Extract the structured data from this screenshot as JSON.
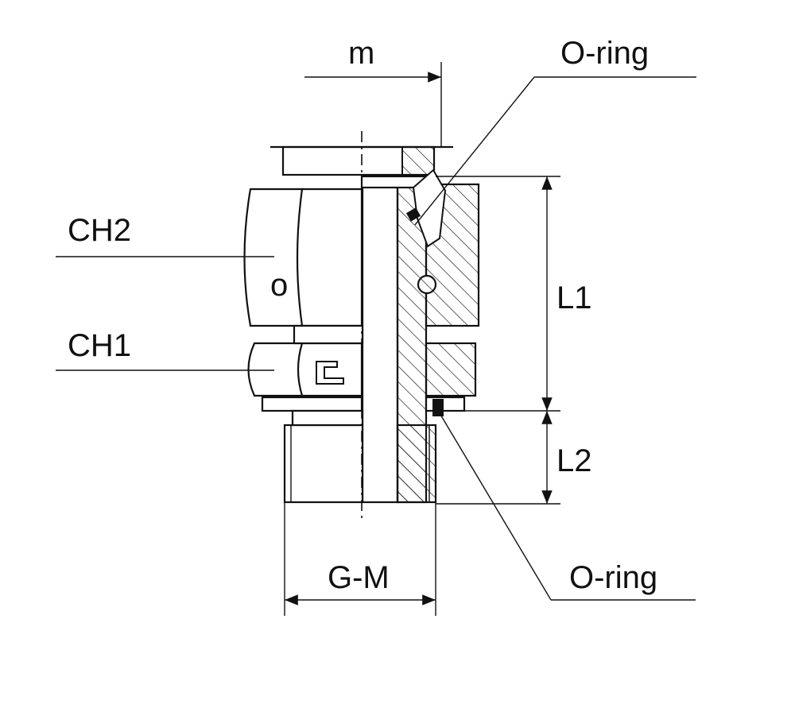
{
  "labels": {
    "m": "m",
    "o_ring_top": "O-ring",
    "ch2": "CH2",
    "ch1": "CH1",
    "l1": "L1",
    "l2": "L2",
    "g_m": "G-M",
    "o_ring_bottom": "O-ring",
    "nut_mark": "o"
  }
}
